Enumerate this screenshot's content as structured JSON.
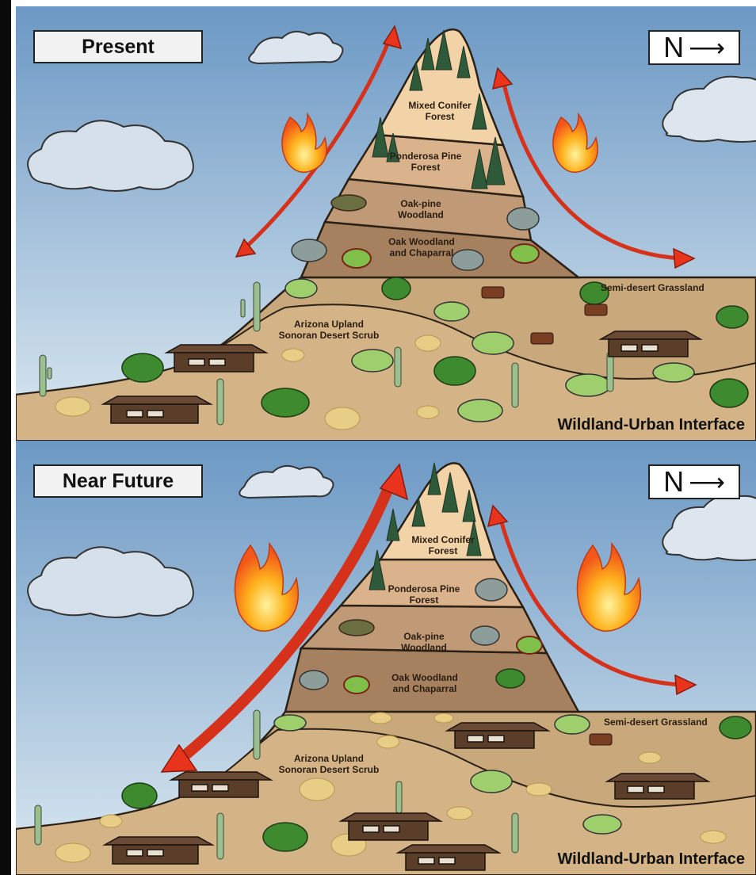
{
  "panels": [
    {
      "label": "Present",
      "north": "N",
      "zones": {
        "mixed_conifer": "Mixed Conifer Forest",
        "ponderosa": "Ponderosa Pine Forest",
        "oak_pine": "Oak-pine Woodland",
        "oak_woodland": "Oak Woodland and Chaparral",
        "semi_desert": "Semi-desert Grassland",
        "sonoran": "Arizona Upland Sonoran Desert Scrub"
      },
      "footer": "Wildland-Urban Interface"
    },
    {
      "label": "Near Future",
      "north": "N",
      "zones": {
        "mixed_conifer": "Mixed Conifer Forest",
        "ponderosa": "Ponderosa Pine Forest",
        "oak_pine": "Oak-pine Woodland",
        "oak_woodland": "Oak Woodland and Chaparral",
        "semi_desert": "Semi-desert Grassland",
        "sonoran": "Arizona Upland Sonoran Desert Scrub"
      },
      "footer": "Wildland-Urban Interface"
    }
  ],
  "colors": {
    "sky_top": "#6f9bc7",
    "sky_bottom": "#dbe8f0",
    "ground": "#c7a77a",
    "band_conifer": "#f2d4a8",
    "band_ponderosa": "#dcb48a",
    "band_oakpine": "#bf9a74",
    "band_oakwood": "#a27e5c",
    "fire_arrow": "#e8341c"
  }
}
